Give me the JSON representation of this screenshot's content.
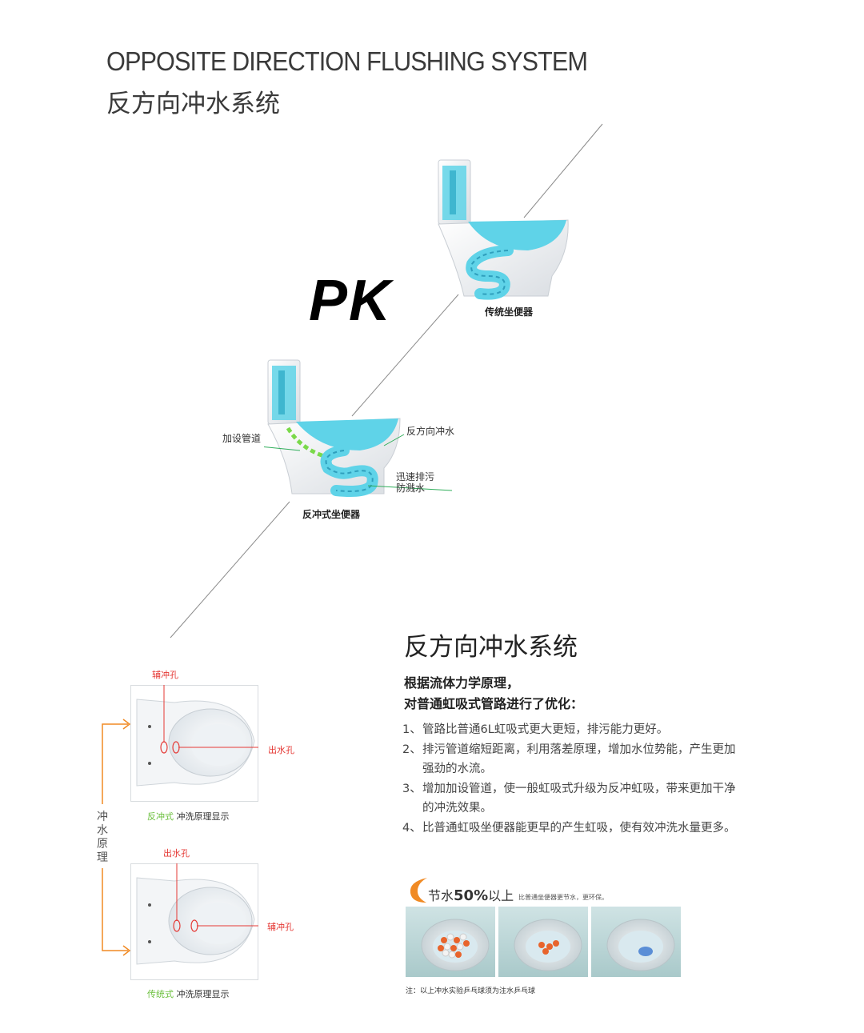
{
  "header": {
    "title_en": "OPPOSITE DIRECTION FLUSHING SYSTEM",
    "title_cn": "反方向冲水系统"
  },
  "pk_label": "PK",
  "traditional": {
    "caption": "传统坐便器"
  },
  "backflush": {
    "caption": "反冲式坐便器",
    "label_pipe": "加设管道",
    "label_reverse": "反方向冲水",
    "label_fast_1": "迅速排污",
    "label_fast_2": "防溅水"
  },
  "principle": {
    "vertical_label": "冲水原理",
    "top": {
      "label_aux": "辅冲孔",
      "label_out": "出水孔",
      "caption_type": "反冲式",
      "caption_rest": "冲洗原理显示"
    },
    "bottom": {
      "label_out": "出水孔",
      "label_aux": "辅冲孔",
      "caption_type": "传统式",
      "caption_rest": "冲洗原理显示"
    }
  },
  "section": {
    "title": "反方向冲水系统",
    "intro_1": "根据流体力学原理，",
    "intro_2": "对普通虹吸式管路进行了优化：",
    "items": [
      {
        "num": "1、",
        "text": "管路比普通6L虹吸式更大更短，排污能力更好。"
      },
      {
        "num": "2、",
        "text": "排污管道缩短距离，利用落差原理，增加水位势能，产生更加强劲的水流。"
      },
      {
        "num": "3、",
        "text": "增加加设管道，使一般虹吸式升级为反冲虹吸，带来更加干净的冲洗效果。"
      },
      {
        "num": "4、",
        "text": "比普通虹吸坐便器能更早的产生虹吸，使有效冲洗水量更多。"
      }
    ]
  },
  "savings": {
    "prefix": "节水",
    "percent": "50%",
    "suffix": "以上",
    "sub": "比普通坐便器更节水，更环保。",
    "note": "注：以上冲水实验乒乓球须为注水乒乓球"
  },
  "colors": {
    "water": "#5fd3e8",
    "accent_red": "#e53935",
    "accent_green": "#6abf3b",
    "accent_orange": "#f08a24"
  }
}
